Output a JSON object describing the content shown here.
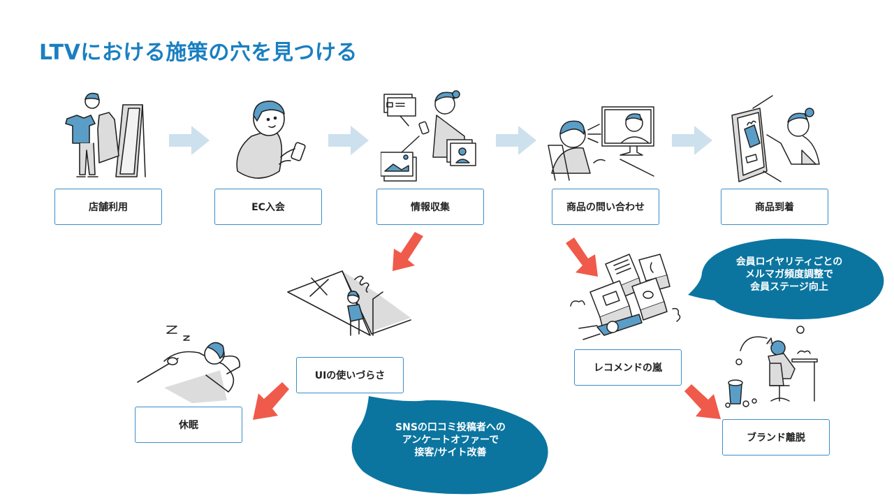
{
  "title": "LTVにおける施策の穴を見つける",
  "colors": {
    "title": "#1a7fc1",
    "box_border": "#3a8cc8",
    "flow_arrow": "#cde0ee",
    "problem_arrow": "#ef5a4a",
    "bubble": "#0b75a0",
    "illustration_accent": "#5a9ec8",
    "illustration_gray": "#dcdcdc"
  },
  "flow": {
    "steps": [
      {
        "label": "店舗利用",
        "illustration": "shopping-clothes-mirror"
      },
      {
        "label": "EC入会",
        "illustration": "man-with-smartphone"
      },
      {
        "label": "情報収集",
        "illustration": "woman-browsing-media"
      },
      {
        "label": "商品の問い合わせ",
        "illustration": "video-call-inquiry"
      },
      {
        "label": "商品到着",
        "illustration": "package-delivery-screen"
      }
    ]
  },
  "problems": {
    "ui": {
      "label": "UIの使いづらさ",
      "illustration": "confused-person-maze"
    },
    "dormant": {
      "label": "休眠",
      "illustration": "sleeping-person"
    },
    "recommend": {
      "label": "レコメンドの嵐",
      "illustration": "buried-under-messages"
    },
    "churn": {
      "label": "ブランド離脱",
      "illustration": "throwing-away-trash"
    }
  },
  "solutions": {
    "sns": {
      "lines": [
        "SNSの口コミ投稿者への",
        "アンケートオファーで",
        "接客/サイト改善"
      ]
    },
    "loyalty": {
      "lines": [
        "会員ロイヤリティごとの",
        "メルマガ頻度調整で",
        "会員ステージ向上"
      ]
    }
  }
}
